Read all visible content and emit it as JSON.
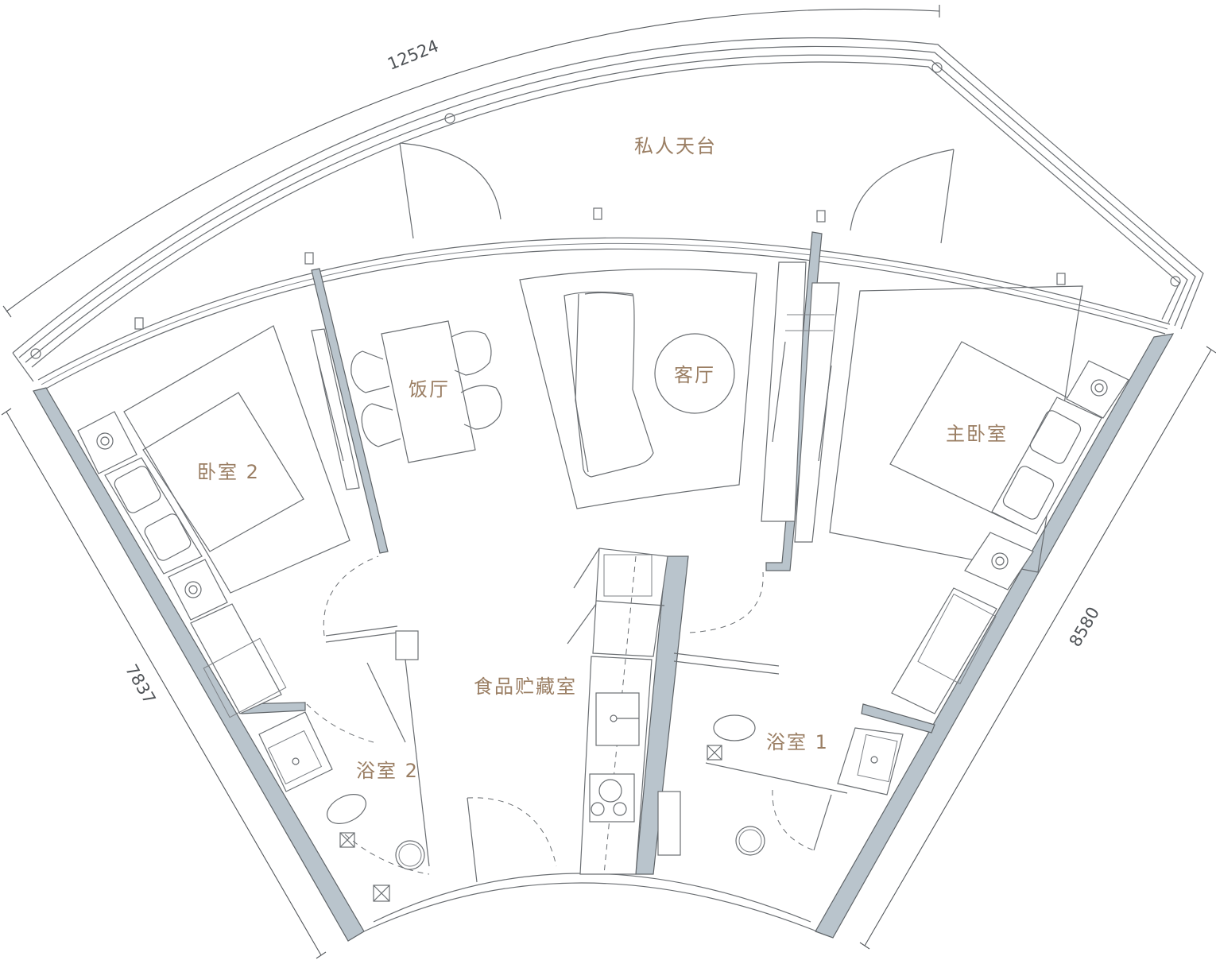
{
  "rooms": {
    "terrace": "私人天台",
    "dining": "饭厅",
    "living": "客厅",
    "master_bedroom": "主卧室",
    "bedroom2": "卧室 2",
    "pantry": "食品贮藏室",
    "bathroom1": "浴室 1",
    "bathroom2": "浴室 2"
  },
  "dimensions": {
    "top": "12524",
    "left": "7837",
    "right": "8580"
  },
  "colors": {
    "wall_fill": "#b9c4cc",
    "line": "#6a6e72",
    "label": "#9a7e63"
  }
}
